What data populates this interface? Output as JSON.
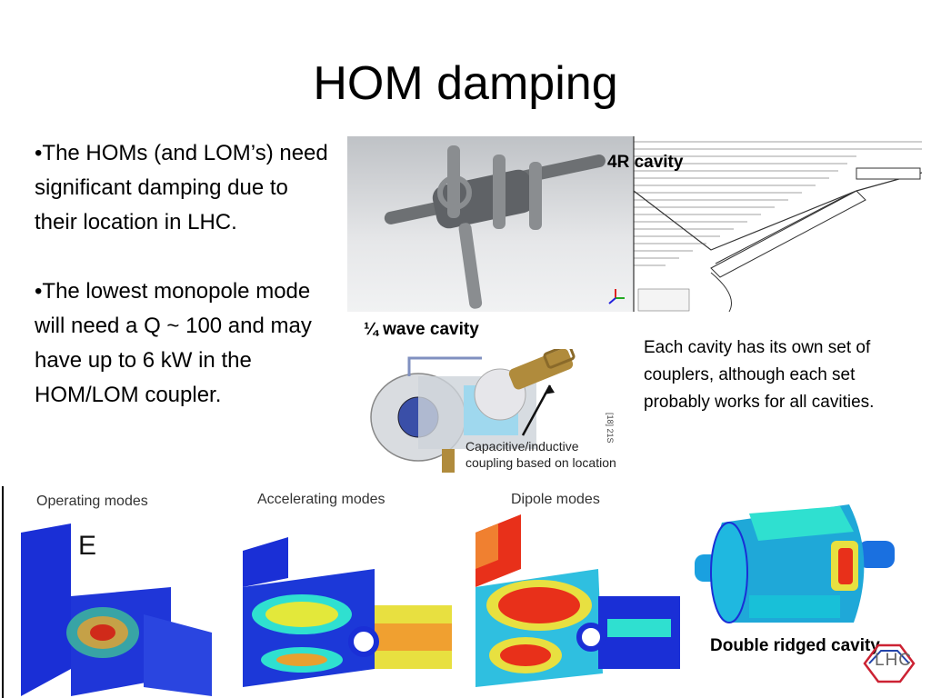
{
  "slide": {
    "title": "HOM damping",
    "bullets": [
      "•The HOMs (and LOM’s) need significant damping due to their location in LHC.",
      "•The lowest monopole mode will need a Q  ~ 100 and may have up to 6 kW in the HOM/LOM coupler."
    ]
  },
  "figures": {
    "four_r_label": "4R cavity",
    "quarter_wave_label": "¼ wave cavity",
    "quarter_wave_note_line1": "Capacitive/inductive",
    "quarter_wave_note_line2": "coupling based on location",
    "couplers_text": "Each cavity has its own set of couplers, although each set probably works for all cavities.",
    "double_ridged_label": "Double ridged cavity"
  },
  "modes": {
    "operating": "Operating modes",
    "accelerating": "Accelerating modes",
    "dipole": "Dipole modes",
    "field_letter": "E"
  },
  "logo": {
    "text": "LHC"
  },
  "colors": {
    "field_low": "#1a2fd6",
    "field_mid": "#2fe0d0",
    "field_high": "#e8301a",
    "metal": "#7a7d80"
  }
}
